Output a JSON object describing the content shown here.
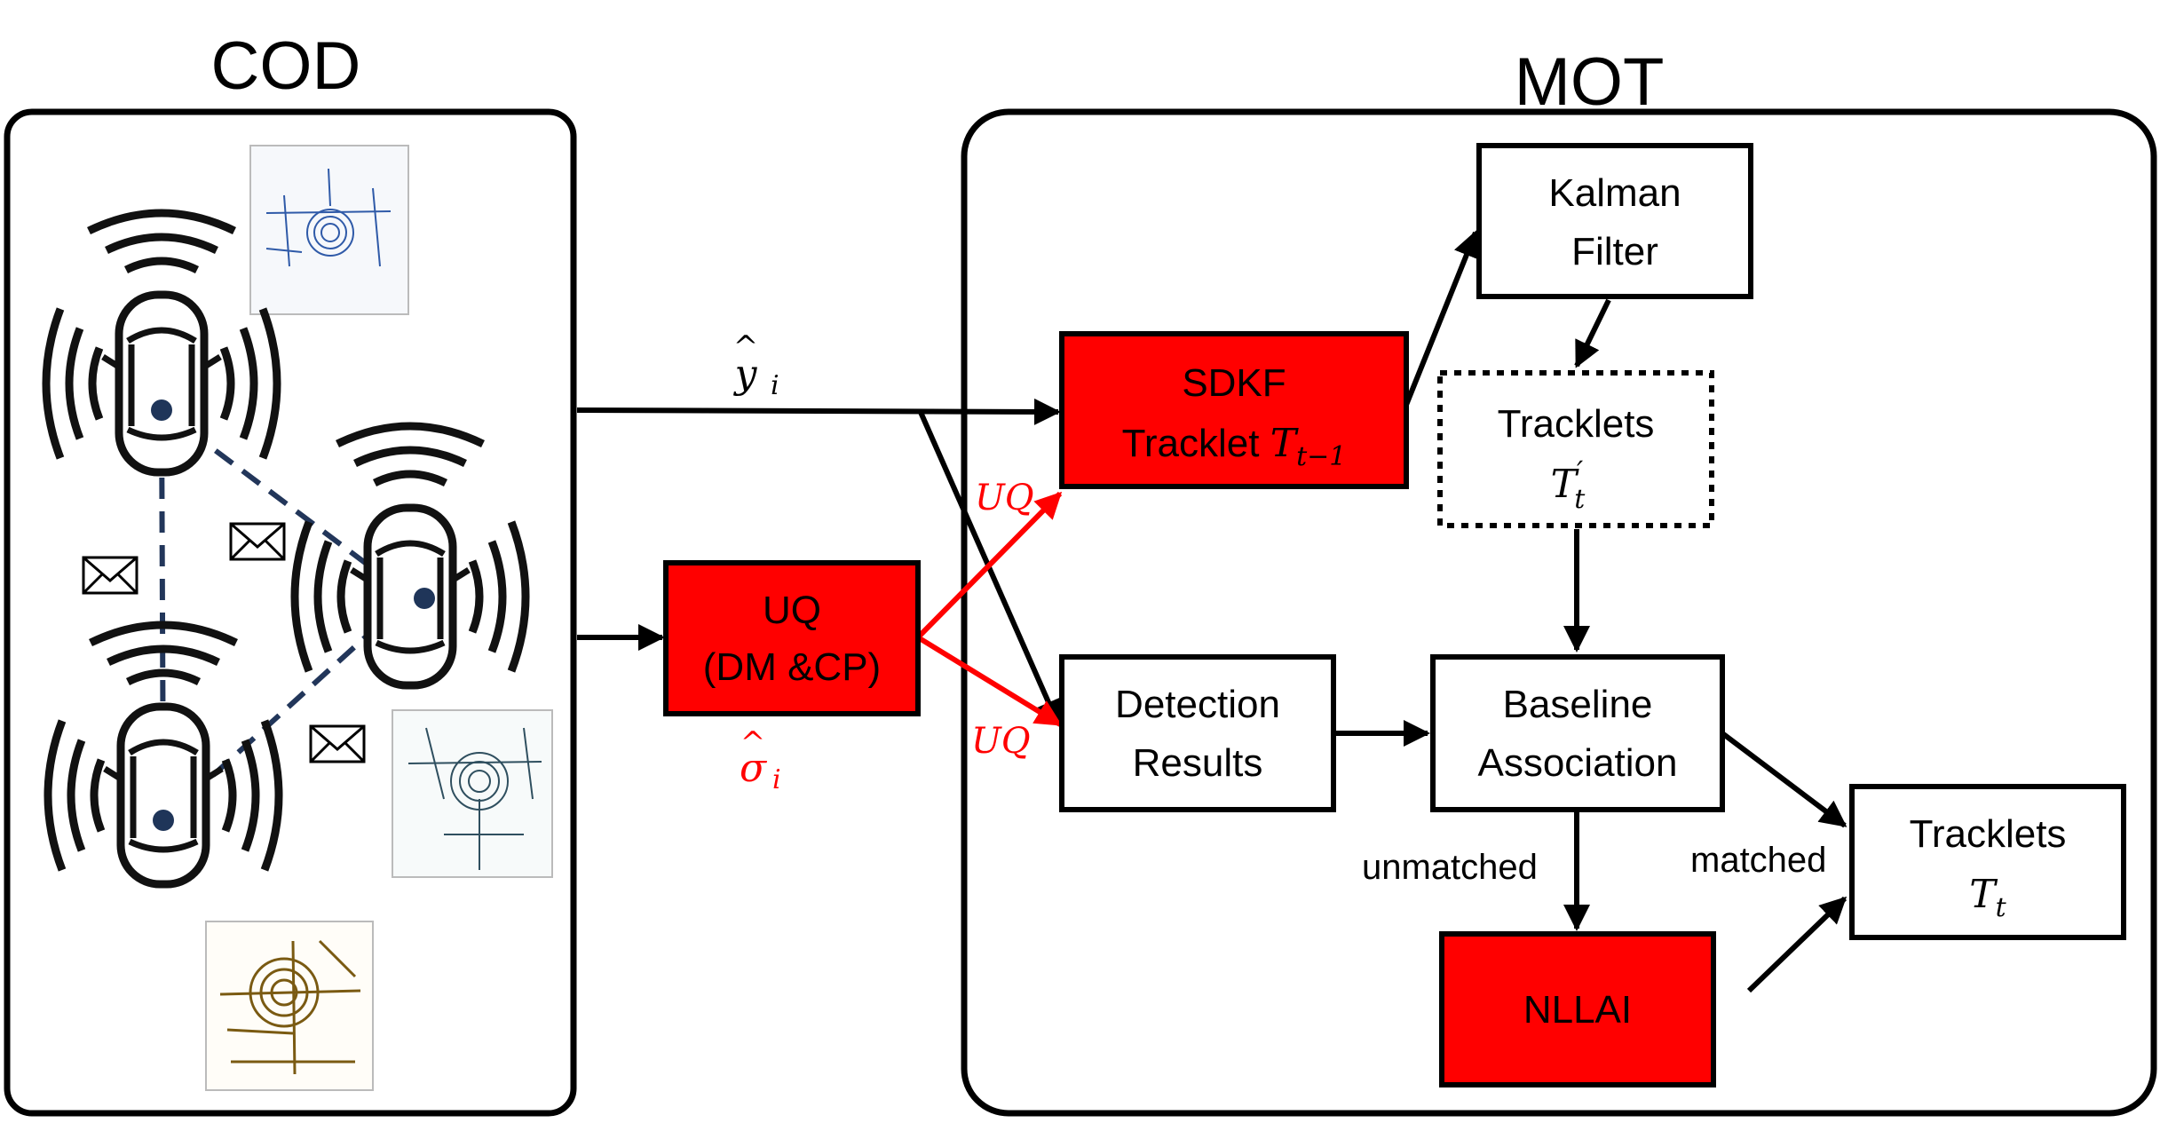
{
  "colors": {
    "highlight_box": "#ff0000",
    "uq_text": "#ff0000",
    "node_dot": "#1f3559"
  },
  "sections": {
    "cod_title": "COD",
    "mot_title": "MOT"
  },
  "nodes": {
    "kalman_filter": [
      "Kalman",
      "Filter"
    ],
    "sdkf_tracklet": {
      "line1": "SDKF",
      "line2": "Tracklet ",
      "math": "T",
      "sub": "t−1"
    },
    "tracklets_pred": {
      "line1": "Tracklets",
      "math": "T",
      "sup": "′",
      "sub": "t"
    },
    "uq_box": [
      "UQ",
      "(DM &CP)"
    ],
    "detection_results": [
      "Detection",
      "Results"
    ],
    "baseline_association": [
      "Baseline",
      "Association"
    ],
    "tracklets_out": {
      "line1": "Tracklets",
      "math": "T",
      "sub": "t"
    },
    "nllai": "NLLAI"
  },
  "edge_labels": {
    "y_hat": {
      "base": "y",
      "hat": "^",
      "sub": "i"
    },
    "sigma_hat": {
      "base": "σ",
      "hat": "^",
      "sub": "i"
    },
    "uq_upper": "UQ",
    "uq_lower": "UQ",
    "unmatched": "unmatched",
    "matched": "matched"
  },
  "icons": [
    "car-icon",
    "wireless-signal-icon",
    "envelope-icon",
    "point-cloud-thumbnail"
  ]
}
